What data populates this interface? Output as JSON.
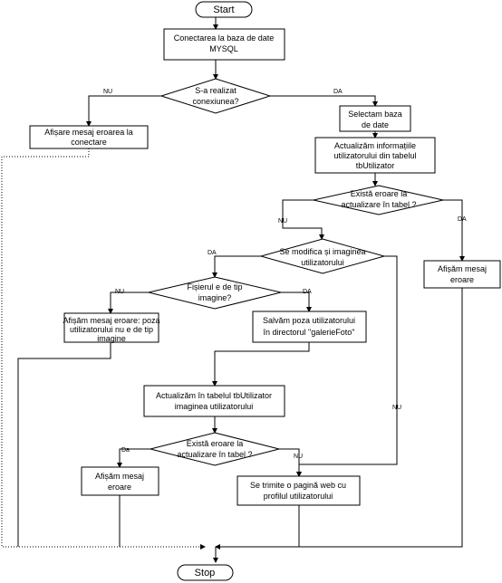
{
  "nodes": {
    "start": "Start",
    "connect": [
      "Conectarea la baza de date",
      "MYSQL"
    ],
    "connected_q": [
      "S-a realizat",
      "conexiunea?"
    ],
    "error_connect": [
      "Afișare mesaj eroarea la",
      "conectare"
    ],
    "select_db": [
      "Selectam baza",
      "de date"
    ],
    "update_info": [
      "Actualizăm informațiile",
      "utilizatorului din tabelul",
      "tbUtilizator"
    ],
    "update_error_q": [
      "Există eroare la",
      "actualizare în tabel ?"
    ],
    "show_error_1": [
      "Afișăm mesaj",
      "eroare"
    ],
    "image_modified_q": [
      "Se modifica și imaginea",
      "utilizatorului"
    ],
    "file_image_q": [
      "Fișierul e de tip",
      "imagine?"
    ],
    "error_not_image": [
      "Afișăm mesaj eroare: poza",
      "utilizatorului nu e de tip",
      "imagine"
    ],
    "save_photo": [
      "Salvăm poza utilizatorului",
      "în directorul \"galerieFoto\""
    ],
    "update_image": [
      "Actualizăm în tabelul tbUtilizator",
      "imaginea utilizatorului"
    ],
    "update_error_q2": [
      "Există eroare la",
      "actualizare în tabel ?"
    ],
    "show_error_2": [
      "Afișăm mesaj",
      "eroare"
    ],
    "send_profile": [
      "Se trimite o pagină web cu",
      "profilul utilizatorului"
    ],
    "stop": "Stop"
  },
  "labels": {
    "nu": "NU",
    "da": "DA",
    "da_mixed": "Da"
  }
}
